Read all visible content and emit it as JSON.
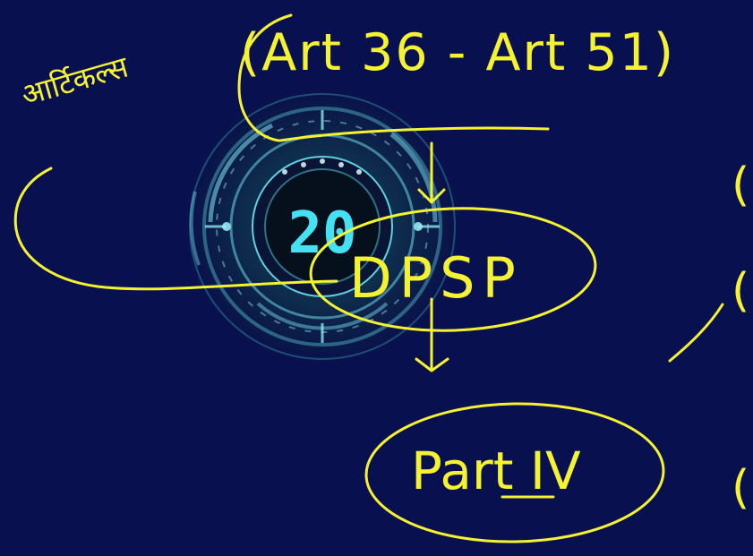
{
  "annotation": {
    "top_left_word": "आर्टिकल्स",
    "article_range": "(Art 36 - Art 51)",
    "center_label": "DPSP",
    "bottom_label": "Part IV"
  },
  "timer": {
    "value": "20"
  },
  "right_edge_marks": {
    "mark_1": "(",
    "mark_2": "(",
    "mark_3": "("
  }
}
